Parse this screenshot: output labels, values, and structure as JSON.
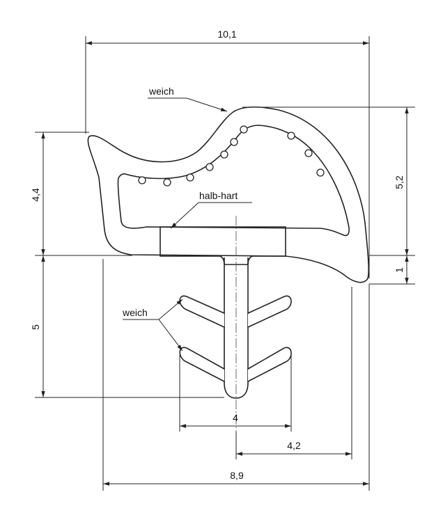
{
  "dimensions": {
    "top_width": "10,1",
    "left_height": "4,4",
    "right_height": "5,2",
    "right_small": "1",
    "left_lower_height": "5",
    "fin_width": "4",
    "half_width": "4,2",
    "bottom_width": "8,9"
  },
  "materials": {
    "upper": "weich",
    "middle": "halb-hart",
    "fins": "weich"
  },
  "colors": {
    "line": "#222222",
    "hatch": "#9a9a9a",
    "background": "#ffffff"
  }
}
